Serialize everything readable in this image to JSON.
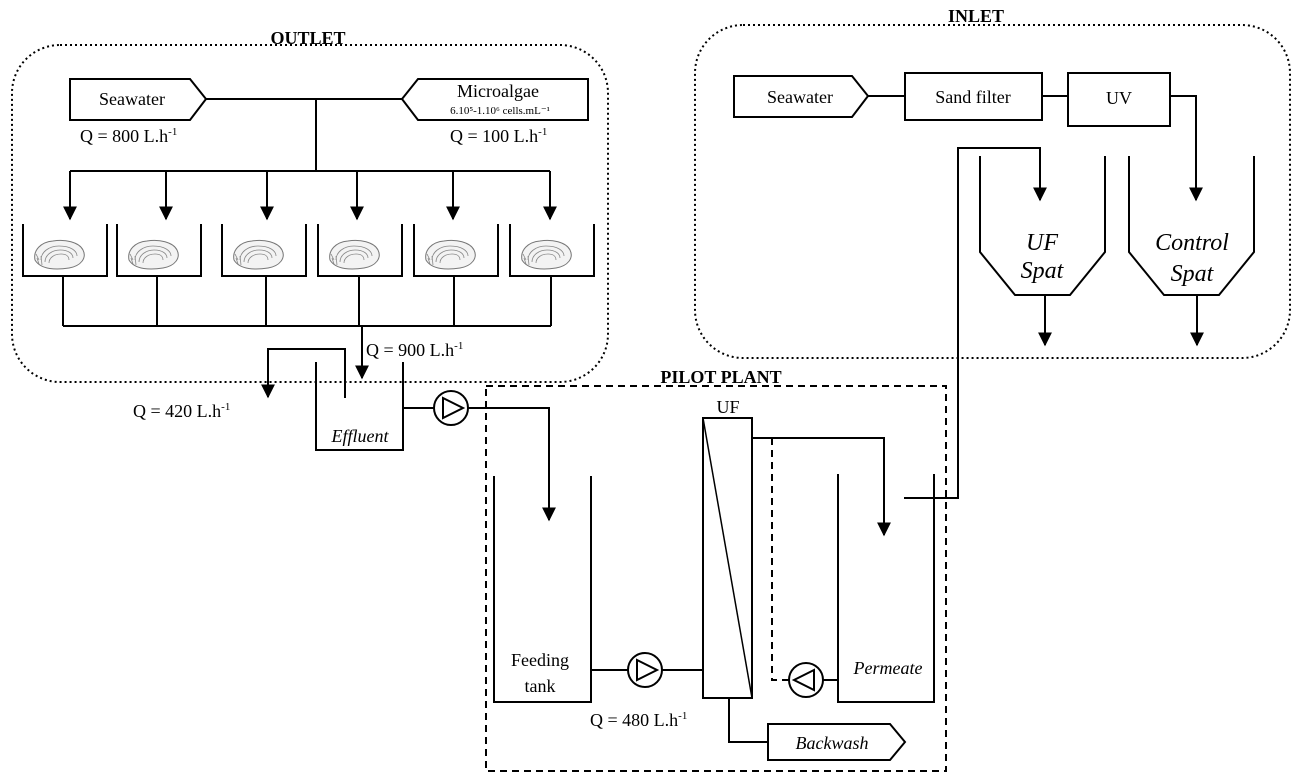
{
  "sections": {
    "outlet": "OUTLET",
    "inlet": "INLET",
    "pilot_plant": "PILOT PLANT"
  },
  "outlet": {
    "seawater_label": "Seawater",
    "seawater_flow": "Q = 800 L.h",
    "microalgae_label": "Microalgae",
    "microalgae_conc": "6.10⁵-1.10⁶ cells.mL⁻¹",
    "microalgae_flow": "Q = 100 L.h",
    "oyster_tank_count": 6,
    "collect_flow": "Q = 900 L.h",
    "overflow_flow": "Q = 420 L.h",
    "effluent_label": "Effluent"
  },
  "inlet": {
    "seawater_label": "Seawater",
    "sand_filter_label": "Sand filter",
    "uv_label": "UV",
    "uf_spat_line1": "UF",
    "uf_spat_line2": "Spat",
    "control_spat_line1": "Control",
    "control_spat_line2": "Spat"
  },
  "pilot": {
    "uf_label": "UF",
    "feeding_tank_line1": "Feeding",
    "feeding_tank_line2": "tank",
    "feed_flow": "Q = 480 L.h",
    "permeate_label": "Permeate",
    "backwash_label": "Backwash"
  },
  "superscripts": {
    "per_hour": "-1"
  }
}
